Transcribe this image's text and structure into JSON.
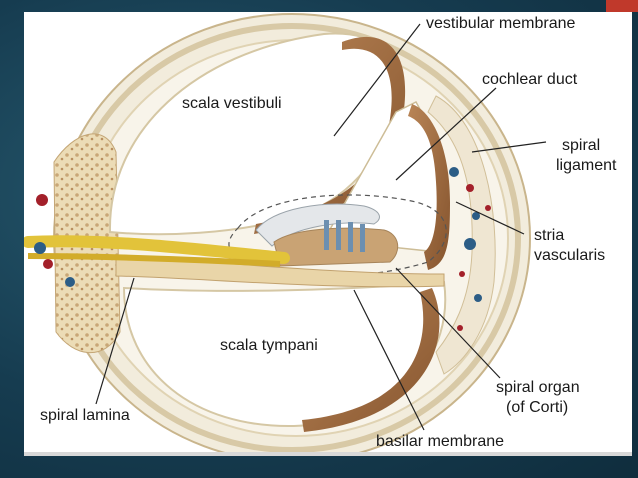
{
  "colors": {
    "slide_background": "#15394c",
    "accent": "#c0392b",
    "bone": "#e8d7b0",
    "tissue_brown": "#9a6a42",
    "nerve_yellow": "#e2c33a",
    "vessel_red": "#a3202a",
    "vessel_blue": "#2c5d86",
    "membrane_grey": "#d9dde0"
  },
  "diagram": {
    "labels": {
      "vestibular_membrane": "vestibular membrane",
      "cochlear_duct": "cochlear duct",
      "spiral_ligament_line1": "spiral",
      "spiral_ligament_line2": "ligament",
      "stria_vascularis_line1": "stria",
      "stria_vascularis_line2": "vascularis",
      "scala_vestibuli": "scala vestibuli",
      "scala_tympani": "scala tympani",
      "spiral_organ_line1": "spiral organ",
      "spiral_organ_line2": "(of Corti)",
      "spiral_lamina": "spiral lamina",
      "basilar_membrane": "basilar membrane"
    }
  }
}
